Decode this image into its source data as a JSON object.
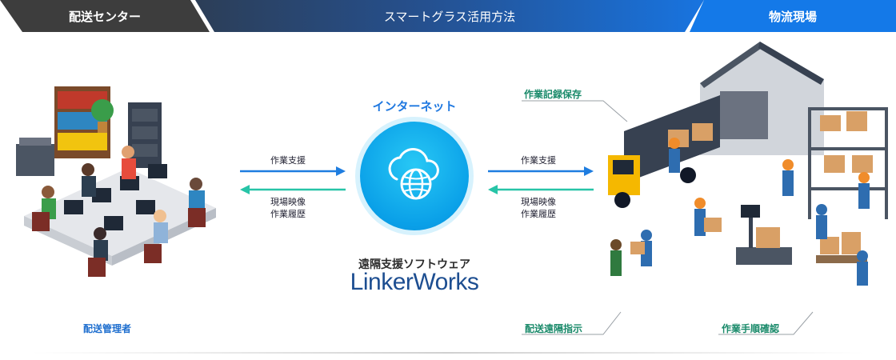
{
  "banner": {
    "left": "配送センター",
    "center": "スマートグラス活用方法",
    "right": "物流現場"
  },
  "center": {
    "internet": "インターネット",
    "software": "遠隔支援ソフトウェア",
    "brand": "LinkerWorks"
  },
  "arrows": {
    "left_top": "作業支援",
    "left_bottom_1": "現場映像",
    "left_bottom_2": "作業履歴",
    "right_top": "作業支援",
    "right_bottom_1": "現場映像",
    "right_bottom_2": "作業履歴"
  },
  "labels": {
    "manager": "配送管理者",
    "record": "作業記録保存",
    "remote": "配送遠隔指示",
    "procedure": "作業手順確認"
  },
  "colors": {
    "accent_blue": "#1479e8",
    "arrow_blue": "#1e7de0",
    "arrow_green": "#27c4a7",
    "dark": "#3d3d3d"
  },
  "icons": {
    "center": "cloud-globe-icon"
  }
}
